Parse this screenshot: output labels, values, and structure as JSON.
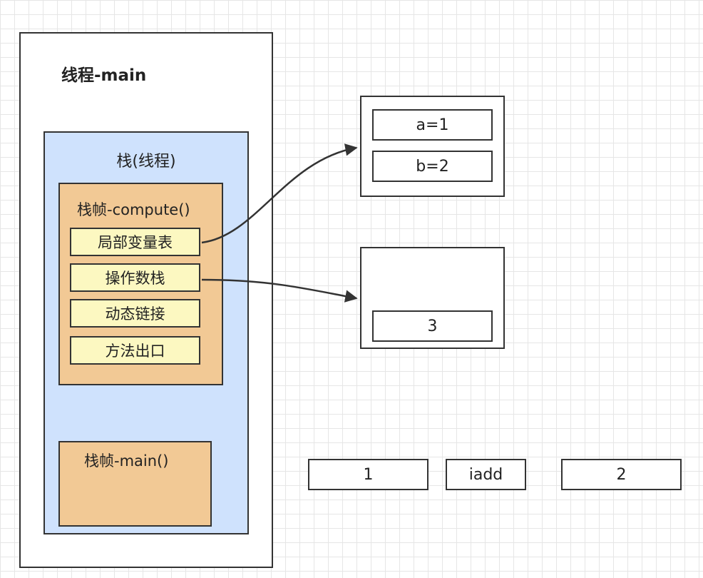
{
  "thread": {
    "title": "线程-main"
  },
  "stack": {
    "title": "栈(线程)"
  },
  "frames": {
    "compute": {
      "title": "栈帧-compute()",
      "slots": [
        "局部变量表",
        "操作数栈",
        "动态链接",
        "方法出口"
      ]
    },
    "main": {
      "title": "栈帧-main()"
    }
  },
  "local_variables": [
    "a=1",
    "b=2"
  ],
  "operand_stack": [
    "3"
  ],
  "bytecode": [
    "1",
    "iadd",
    "2"
  ],
  "colors": {
    "stack": "#cfe2fd",
    "frame": "#f2c995",
    "slot": "#fcf8c1",
    "border": "#333333",
    "grid": "#e6e6e6"
  }
}
